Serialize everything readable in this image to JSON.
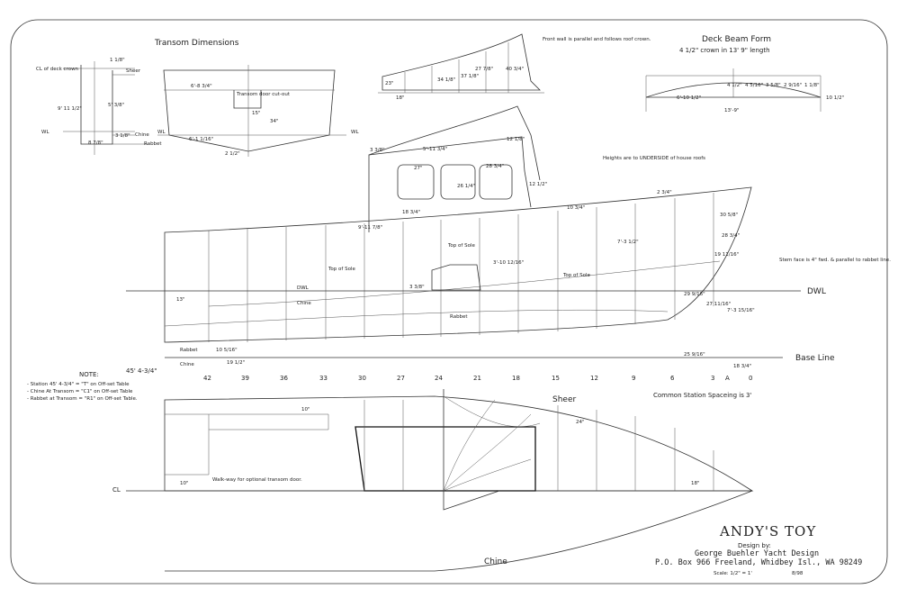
{
  "transom": {
    "title": "Transom Dimensions",
    "labels": [
      "CL of deck crown",
      "Sheer",
      "Chine",
      "Rabbet",
      "WL",
      "1 1/8\"",
      "9' 11 1/2\"",
      "5' 3/8\"",
      "3 1/8\"",
      "8 7/8\"",
      "6'-8 3/4\"",
      "Transom door cut-out",
      "6'-1 1/16\"",
      "15\"",
      "34\"",
      "2 1/2\""
    ]
  },
  "front_wall": {
    "note": "Front wall is parallel and follows roof crown.",
    "labels": [
      "23\"",
      "34 1/8\"",
      "37 1/8\"",
      "27 7/8\"",
      "40 3/4\"",
      "18\""
    ]
  },
  "deck_beam": {
    "title": "Deck Beam Form",
    "subtitle": "4 1/2\" crown in 13' 9\" length",
    "labels": [
      "4 1/2\"",
      "4 5/16\"",
      "3 5/8\"",
      "2 9/16\"",
      "1 1/8\"",
      "6'-10 1/2\"",
      "10 1/2\"",
      "13'-9\""
    ]
  },
  "profile": {
    "notes": {
      "heights": "Heights are to UNDERSIDE of house roofs",
      "stem": "Stem face is 4\" fwd. & parallel to rabbet line.",
      "spacing": "Common Station Spaceing is 3'"
    },
    "labels": {
      "dwl": "DWL",
      "baseline": "Base Line",
      "top_of_sole": "Top of Sole",
      "chine": "Chine",
      "rabbet": "Rabbet",
      "dwl_inner": "DWL"
    },
    "stations": [
      "42",
      "39",
      "36",
      "33",
      "30",
      "27",
      "24",
      "21",
      "18",
      "15",
      "12",
      "9",
      "6",
      "3",
      "0"
    ],
    "station_a": "A",
    "overall": "45' 4-3/4\"",
    "dims": [
      "3 3/8\"",
      "5'-11 3/4\"",
      "28 3/4\"",
      "12 1/8\"",
      "9'-11 7/8\"",
      "3'-10 12/16\"",
      "7'-3 1/2\"",
      "18 3/4\"",
      "27\"",
      "26 1/4\"",
      "10 3/4\"",
      "12 1/2\"",
      "30 5/8\"",
      "28 3/4\"",
      "19 11/16\"",
      "27 11/16\"",
      "29 9/16\"",
      "7'-3 15/16\"",
      "25 9/16\"",
      "18 3/4\"",
      "19 1/2\"",
      "10 5/16\"",
      "3 3/8\"",
      "2 3/4\"",
      "13\""
    ]
  },
  "note": {
    "title": "NOTE:",
    "lines": [
      "- Station 45' 4-3/4\" = \"T\" on Off-set Table",
      "- Chine At Transom = \"C1\" on Off-set Table",
      "- Rabbet at Transom = \"R1\" on Off-set Table."
    ]
  },
  "plan": {
    "sheer": "Sheer",
    "chine": "Chine",
    "cl": "CL",
    "walkway": "Walk-way for optional transom door.",
    "dims": [
      "10\"",
      "10\"",
      "24\"",
      "18\""
    ]
  },
  "title_block": {
    "name": "ANDY'S TOY",
    "design_by": "Design by:",
    "designer": "George Buehler Yacht Design",
    "address": "P.O. Box 966 Freeland, Whidbey Isl., WA 98249",
    "scale": "Scale: 1/2\" = 1'",
    "date": "8/98"
  }
}
